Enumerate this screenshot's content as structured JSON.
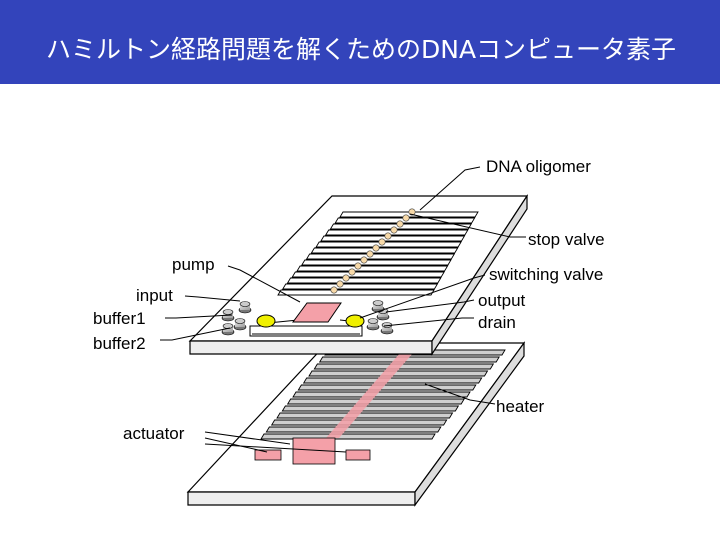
{
  "slide": {
    "title": "ハミルトン経路問題を解くためのDNAコンピュータ素子"
  },
  "labels": {
    "dna_oligomer": "DNA oligomer",
    "stop_valve": "stop valve",
    "pump": "pump",
    "switching_valve": "switching valve",
    "input": "input",
    "output": "output",
    "buffer1": "buffer1",
    "drain": "drain",
    "buffer2": "buffer2",
    "heater": "heater",
    "actuator": "actuator"
  },
  "colors": {
    "title_bar": "#3344bb",
    "title_text": "#ffffff",
    "pink": "#f4a0a8",
    "yellow": "#f0f000",
    "gray": "#cfcfcf"
  }
}
